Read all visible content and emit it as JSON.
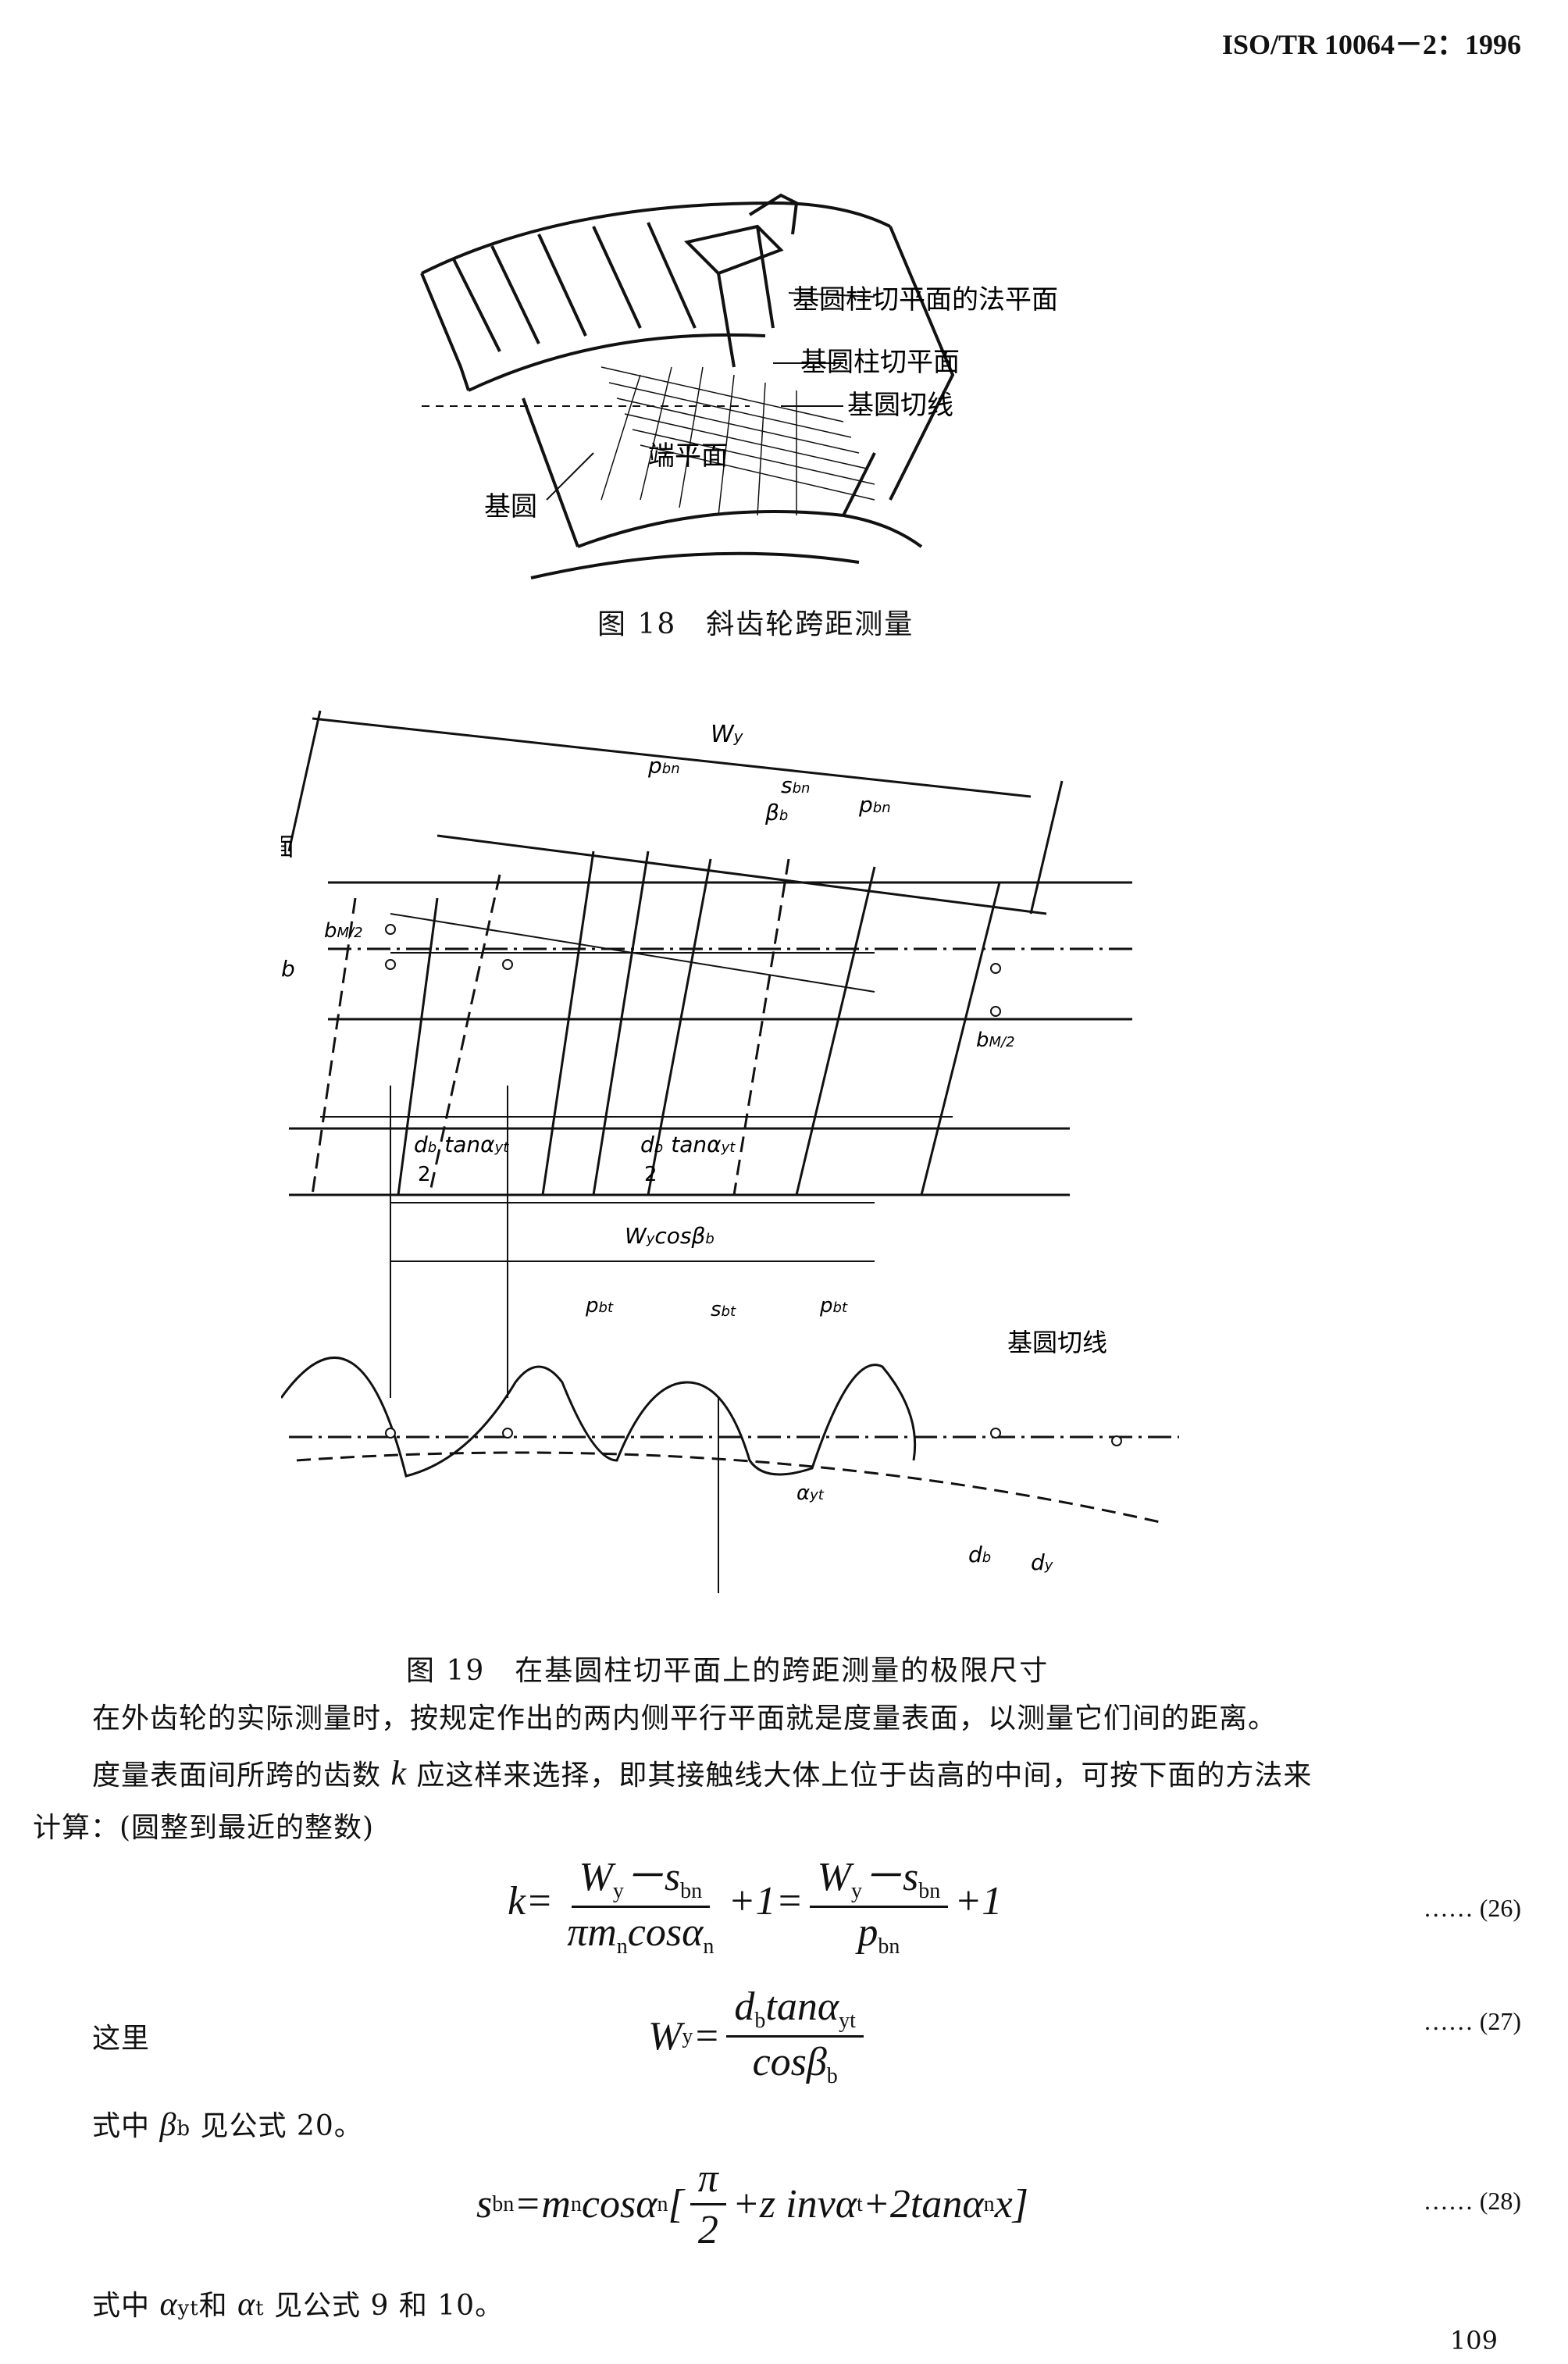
{
  "header": {
    "standard": "ISO/TR 10064－2：1996"
  },
  "figure18": {
    "labels": {
      "normal_plane": "基圆柱切平面的法平面",
      "tangent_plane": "基圆柱切平面",
      "tangent_line": "基圆切线",
      "end_plane": "端平面",
      "base_circle": "基圆"
    },
    "caption": "图 18　斜齿轮跨距测量"
  },
  "figure19": {
    "labels": {
      "plane": "基圆柱切平面",
      "Wy": "W",
      "Wy_sub": "y",
      "pbn": "p",
      "pbn_sub": "bn",
      "sbn": "s",
      "sbn_sub": "bn",
      "beta_b": "β",
      "beta_sub": "b",
      "b": "b",
      "bM2": "b",
      "bM2_tail": "M/2",
      "db_frac_num": "d",
      "db_sub": "b",
      "frac_den": "2",
      "tan": "tanα",
      "tan_sub": "yt",
      "Wycos": "W",
      "Wycos_tail": "cosβ",
      "pbt": "p",
      "pbt_sub": "bt",
      "sbt": "s",
      "sbt_sub": "bt",
      "tangent_line": "基圆切线",
      "alpha_yt": "α",
      "alpha_sub": "yt",
      "db": "d",
      "dy": "d",
      "dy_sub": "y"
    },
    "caption": "图 19　在基圆柱切平面上的跨距测量的极限尺寸"
  },
  "text": {
    "p1": "在外齿轮的实际测量时，按规定作出的两内侧平行平面就是度量表面，以测量它们间的距离。",
    "p2a": "度量表面间所跨的齿数 ",
    "p2k": "k",
    "p2b": " 应这样来选择，即其接触线大体上位于齿高的中间，可按下面的方法来",
    "p3": "计算：(圆整到最近的整数)",
    "here": "这里",
    "where1a": "式中 ",
    "where1sym": "β",
    "where1sub": "b",
    "where1b": " 见公式 20。",
    "where2a": "式中 ",
    "where2sym1": "α",
    "where2sub1": "yt",
    "where2mid": "和 ",
    "where2sym2": "α",
    "where2sub2": "t",
    "where2b": " 见公式 9 和 10。"
  },
  "equations": {
    "eq26": {
      "lhs": "k",
      "eq": "=",
      "num1": "W",
      "num1_sub": "y",
      "num1_minus": "－s",
      "num1_sub2": "bn",
      "den1": "πm",
      "den1_sub": "n",
      "den1_tail": "cosα",
      "den1_sub2": "n",
      "plus1": "+1=",
      "num2": "W",
      "num2_sub": "y",
      "num2_minus": "－s",
      "num2_sub2": "bn",
      "den2": "p",
      "den2_sub": "bn",
      "plus2": "+1",
      "number": "…… (26)"
    },
    "eq27": {
      "lhs": "W",
      "lhs_sub": "y",
      "eq": "=",
      "num": "d",
      "num_sub": "b",
      "num_tail": "tanα",
      "num_sub2": "yt",
      "den": "cosβ",
      "den_sub": "b",
      "number": "…… (27)"
    },
    "eq28": {
      "lhs": "s",
      "lhs_sub": "bn",
      "eq": "=m",
      "sub1": "n",
      "cos": "cosα",
      "sub2": "n",
      "open": "[",
      "frac_num": "π",
      "frac_den": "2",
      "rest": "+z invα",
      "sub3": "t",
      "rest2": "+2tanα",
      "sub4": "n",
      "rest3": " x]",
      "number": "…… (28)"
    }
  },
  "page_number": "109"
}
